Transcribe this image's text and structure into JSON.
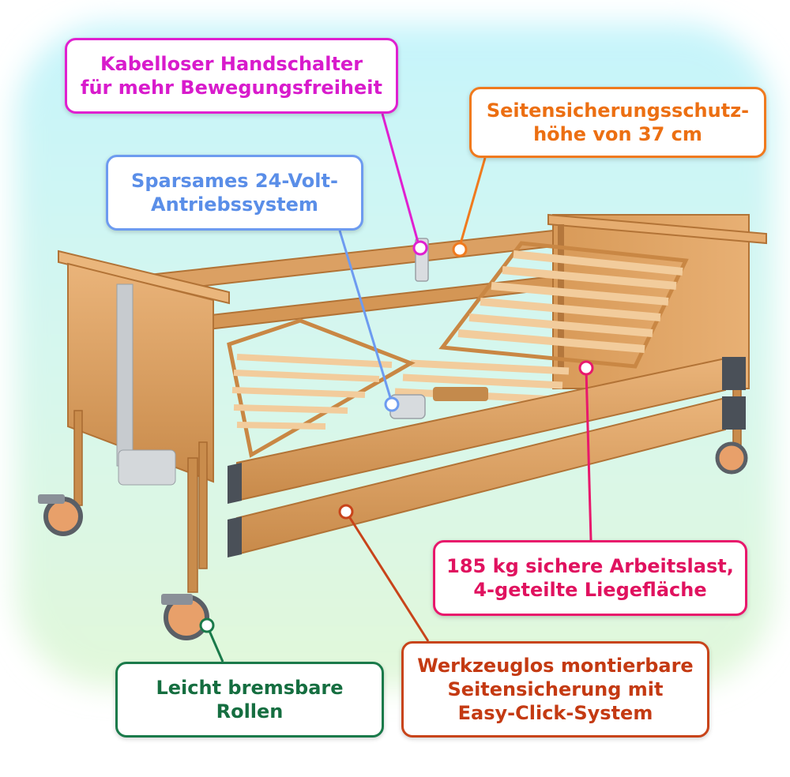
{
  "callouts": {
    "remote": {
      "lines": [
        "Kabelloser Handschalter",
        "für mehr Bewegungsfreiheit"
      ],
      "color": "#d81bcc"
    },
    "rail_height": {
      "lines": [
        "Seitensicherungsschutz-",
        "höhe von 37 cm"
      ],
      "color": "#ec6f12"
    },
    "drive": {
      "lines": [
        "Sparsames 24-Volt-",
        "Antriebssystem"
      ],
      "color": "#5a8ee8"
    },
    "load": {
      "lines": [
        "185 kg sichere Arbeitslast,",
        "4-geteilte Liegefläche"
      ],
      "color": "#e0125f"
    },
    "easyclick": {
      "lines": [
        "Werkzeuglos montierbare",
        "Seitensicherung mit",
        "Easy-Click-System"
      ],
      "color": "#c43a12"
    },
    "castors": {
      "lines": [
        "Leicht bremsbare",
        "Rollen"
      ],
      "color": "#156e40"
    }
  },
  "colors": {
    "wood_light": "#e3a86a",
    "wood_mid": "#d08f4e",
    "wood_dark": "#b8783a",
    "metal_frame": "#c98c4c",
    "rail_cap": "#4a5058",
    "background_top": "#c8f4f8",
    "background_bottom": "#ddf7dc"
  },
  "image": {
    "subject": "electric care bed with wooden side rails and slatted lying surface"
  }
}
